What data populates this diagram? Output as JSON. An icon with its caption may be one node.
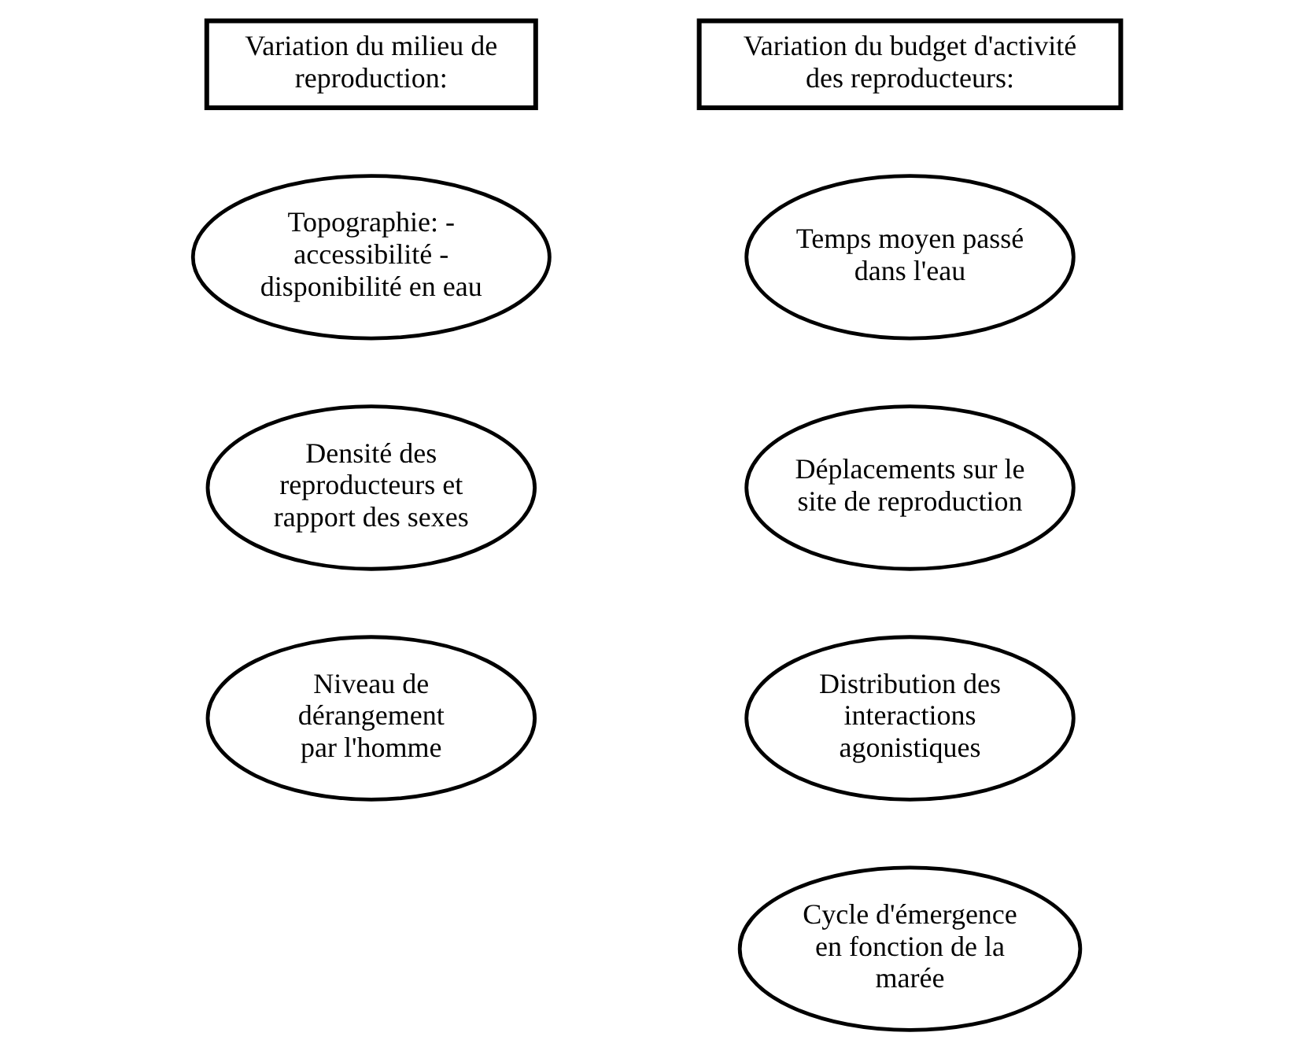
{
  "diagram": {
    "nodes": [
      {
        "text": [
          "Variation du milieu de reproduction:"
        ]
      },
      {
        "text": [
          "Variation du budget d'activité des reproducteurs:"
        ]
      },
      {
        "text": [
          "Topographie: - accessibilité - disponibilité en eau"
        ]
      },
      {
        "text": [
          "Densité des reproducteurs et rapport des sexes"
        ]
      },
      {
        "text": [
          "Niveau de dérangement par l'homme"
        ]
      },
      {
        "text": [
          "Temps moyen passé dans l'eau"
        ]
      },
      {
        "text": [
          "Déplacements sur le site de reproduction"
        ]
      },
      {
        "text": [
          "Distribution des interactions agonistiques"
        ]
      },
      {
        "text": [
          "Cycle d'émergence en fonction de la marée"
        ]
      }
    ],
    "edges": []
  }
}
